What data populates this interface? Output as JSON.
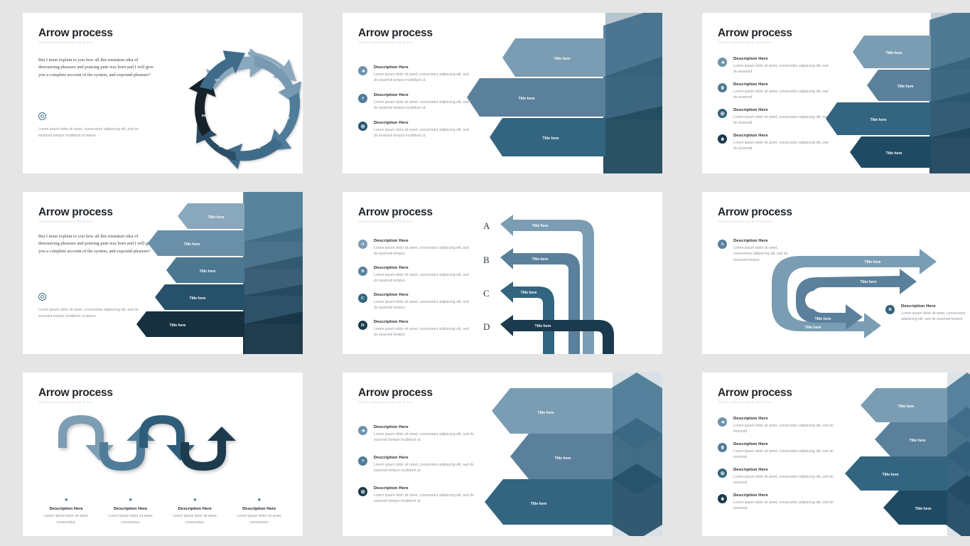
{
  "page": {
    "background": "#e5e5e5",
    "panel_background": "#ffffff"
  },
  "common": {
    "title": "Arrow process",
    "subtitle": "Please write your great title is here",
    "description_heading": "Description Here",
    "title_here": "Title here",
    "lead_paragraph": "But I must explain to you how all this mistaken idea of denouncing pleasure and praising pain was born and I will give you a complete account of the system, and expound pleasure?",
    "footer_text": "Lorem ipsum dolor sit amet, consectetur adipiscing elit, sed do eiusmod tempor incididunt ut labore.",
    "body_variant_a": "Lorem ipsum dolor sit amet, consectetur adipiscing elit, sed do eiusmod tempor incididunt ut.",
    "body_variant_b": "Lorem ipsum dolor sit amet, consectetur adipiscing elit, sed do eiusmod.",
    "body_variant_c": "Lorem ipsum dolor sit amet, consectetur adipiscing elit, sed do eiusmod tempor.",
    "body_variant_d": "Lorem ipsum dolor sit amet, consectetur adipiscing elit, sed do eiusmod tempor.",
    "body_variant_e": "Lorem ipsum dolor sit amet, consectetur."
  },
  "palette": {
    "lightest": "#8aa8bd",
    "light": "#6f93ac",
    "mid": "#4f7b99",
    "dark": "#33627f",
    "darker": "#27546e",
    "darkest": "#1b3a4d",
    "near_black": "#15212b",
    "accent_circle": "#3d6f91",
    "text_dark": "#22262b",
    "text_muted": "#8d949b",
    "subtitle_grey": "#cfd3d8"
  },
  "slides": [
    {
      "id": "slide-1-circular",
      "title": "Arrow process",
      "subtitle": "Please write your great title is here",
      "lead": "But I must explain to you how all this mistaken idea of denouncing pleasure and praising pain was born and I will give you a complete account of the system, and expound pleasure?",
      "footer_icon": "target-icon",
      "footer_text": "Lorem ipsum dolor sit amet, consectetur adipiscing elit, sed do eiusmod tempor incididunt ut labore.",
      "diagram": {
        "type": "circular-arrow-ring",
        "segments": [
          {
            "number": "01",
            "color": "#8aa8bd"
          },
          {
            "number": "02",
            "color": "#7799b1"
          },
          {
            "number": "03",
            "color": "#4f7b99"
          },
          {
            "number": "04",
            "color": "#3f6c8b"
          },
          {
            "number": "05",
            "color": "#2b4e65"
          },
          {
            "number": "06",
            "color": "#15212b"
          },
          {
            "number": "07",
            "color": "#3f6c8b"
          }
        ]
      }
    },
    {
      "id": "slide-2-funnel-3",
      "title": "Arrow process",
      "subtitle": "Please write your great title is here",
      "items": [
        {
          "icon": "gear-icon",
          "heading": "Description Here",
          "body": "Lorem ipsum dolor sit amet, consectetur adipiscing elit, sed do eiusmod tempor incididunt ut.",
          "color": "#6f93ac"
        },
        {
          "icon": "diamond-icon",
          "heading": "Description Here",
          "body": "Lorem ipsum dolor sit amet, consectetur adipiscing elit, sed do eiusmod tempor incididunt ut.",
          "color": "#4f7b99"
        },
        {
          "icon": "target-icon",
          "heading": "Description Here",
          "body": "Lorem ipsum dolor sit amet, consectetur adipiscing elit, sed do eiusmod tempor incididunt ut.",
          "color": "#27546e"
        }
      ],
      "diagram": {
        "type": "stacked-chevron-funnel",
        "bars": [
          {
            "label": "Title here",
            "color": "#7b9db3"
          },
          {
            "label": "Title here",
            "color": "#5a809c"
          },
          {
            "label": "Title here",
            "color": "#336580"
          }
        ]
      }
    },
    {
      "id": "slide-3-funnel-4",
      "title": "Arrow process",
      "subtitle": "Please write your great title is here",
      "items": [
        {
          "icon": "gear-icon",
          "heading": "Description Here",
          "body": "Lorem ipsum dolor sit amet, consectetur adipiscing elit, sed do eiusmod.",
          "color": "#6f93ac"
        },
        {
          "icon": "location-pin-icon",
          "heading": "Description Here",
          "body": "Lorem ipsum dolor sit amet, consectetur adipiscing elit, sed do eiusmod.",
          "color": "#4f7b99"
        },
        {
          "icon": "target-icon",
          "heading": "Description Here",
          "body": "Lorem ipsum dolor sit amet, consectetur adipiscing elit, sed do eiusmod.",
          "color": "#33627f"
        },
        {
          "icon": "bell-icon",
          "heading": "Description Here",
          "body": "Lorem ipsum dolor sit amet, consectetur adipiscing elit, sed do eiusmod.",
          "color": "#1b3a4d"
        }
      ],
      "diagram": {
        "type": "stacked-chevron-funnel",
        "bars": [
          {
            "label": "Title here",
            "color": "#7b9db3"
          },
          {
            "label": "Title here",
            "color": "#5a809c"
          },
          {
            "label": "Title here",
            "color": "#336580"
          },
          {
            "label": "Title here",
            "color": "#1f4a63"
          }
        ]
      }
    },
    {
      "id": "slide-4-funnel-5",
      "title": "Arrow process",
      "subtitle": "Please write your great title is here",
      "lead": "But I must explain to you how all this mistaken idea of denouncing pleasure and praising pain was born and I will give you a complete account of the system, and expound pleasure?",
      "footer_icon": "target-icon",
      "footer_text": "Lorem ipsum dolor sit amet, consectetur adipiscing elit, sed do eiusmod tempor incididunt ut labore.",
      "diagram": {
        "type": "stacked-chevron-funnel",
        "bars": [
          {
            "label": "Title here",
            "color": "#8aa8bd"
          },
          {
            "label": "Title here",
            "color": "#6a8fa9"
          },
          {
            "label": "Title here",
            "color": "#4b7791"
          },
          {
            "label": "Title here",
            "color": "#27506a"
          },
          {
            "label": "Title here",
            "color": "#16303f"
          }
        ]
      }
    },
    {
      "id": "slide-5-hook-arrows",
      "title": "Arrow process",
      "subtitle": "Please write your great title is here",
      "items": [
        {
          "letter": "A",
          "heading": "Description Here",
          "body": "Lorem ipsum dolor sit amet, consectetur adipiscing elit, sed do eiusmod tempor.",
          "color": "#7b9db3"
        },
        {
          "letter": "B",
          "heading": "Description Here",
          "body": "Lorem ipsum dolor sit amet, consectetur adipiscing elit, sed do eiusmod tempor.",
          "color": "#5a809c"
        },
        {
          "letter": "C",
          "heading": "Description Here",
          "body": "Lorem ipsum dolor sit amet, consectetur adipiscing elit, sed do eiusmod tempor.",
          "color": "#336580"
        },
        {
          "letter": "D",
          "heading": "Description Here",
          "body": "Lorem ipsum dolor sit amet, consectetur adipiscing elit, sed do eiusmod tempor.",
          "color": "#1b3a4d"
        }
      ],
      "diagram": {
        "type": "hooked-left-arrows",
        "rows": [
          {
            "letter": "A",
            "label": "Title here",
            "color": "#7b9db3"
          },
          {
            "letter": "B",
            "label": "Title here",
            "color": "#5a809c"
          },
          {
            "letter": "C",
            "label": "Title here",
            "color": "#336580"
          },
          {
            "letter": "D",
            "label": "Title here",
            "color": "#1b3a4d"
          }
        ]
      }
    },
    {
      "id": "slide-6-s-curve",
      "title": "Arrow process",
      "subtitle": "Please write your great title is here",
      "items": [
        {
          "letter": "A",
          "heading": "Description Here",
          "body": "Lorem ipsum dolor sit amet, consectetur adipiscing elit, sed do eiusmod tempor.",
          "color": "#5a809c"
        },
        {
          "letter": "B",
          "heading": "Description Here",
          "body": "Lorem ipsum dolor sit amet, consectetur adipiscing elit, sed do eiusmod tempor.",
          "color": "#33627f"
        }
      ],
      "diagram": {
        "type": "interlocked-u-arrows",
        "labels": [
          "Title here",
          "Title here",
          "Title here",
          "Title here"
        ],
        "colors": [
          "#7b9db3",
          "#5a809c"
        ]
      }
    },
    {
      "id": "slide-7-wave",
      "title": "Arrow process",
      "subtitle": "Please write your great title is here",
      "steps": [
        {
          "icon": "star-icon",
          "heading": "Description Here",
          "body": "Lorem ipsum dolor sit amet, consectetur."
        },
        {
          "icon": "star-icon",
          "heading": "Description Here",
          "body": "Lorem ipsum dolor sit amet, consectetur."
        },
        {
          "icon": "star-icon",
          "heading": "Description Here",
          "body": "Lorem ipsum dolor sit amet, consectetur."
        },
        {
          "icon": "star-icon",
          "heading": "Description Here",
          "body": "Lorem ipsum dolor sit amet, consectetur."
        }
      ],
      "diagram": {
        "type": "wave-arrows",
        "colors": [
          "#7b9db3",
          "#4f7b99",
          "#2e5d79",
          "#1b3a4d"
        ]
      }
    },
    {
      "id": "slide-8-hex-funnel-3",
      "title": "Arrow process",
      "subtitle": "Please write your great title is here",
      "items": [
        {
          "icon": "gear-icon",
          "heading": "Description Here",
          "body": "Lorem ipsum dolor sit amet, consectetur adipiscing elit, sed do eiusmod tempor incididunt ut.",
          "color": "#6f93ac"
        },
        {
          "icon": "diamond-icon",
          "heading": "Description Here",
          "body": "Lorem ipsum dolor sit amet, consectetur adipiscing elit, sed do eiusmod tempor incididunt ut.",
          "color": "#4f7b99"
        },
        {
          "icon": "target-icon",
          "heading": "Description Here",
          "body": "Lorem ipsum dolor sit amet, consectetur adipiscing elit, sed do eiusmod tempor incididunt ut.",
          "color": "#1b3a4d"
        }
      ],
      "diagram": {
        "type": "hex-chevron-funnel",
        "bars": [
          {
            "label": "Title here",
            "color": "#7b9db3"
          },
          {
            "label": "Title here",
            "color": "#5a809c"
          },
          {
            "label": "Title here",
            "color": "#336580"
          }
        ]
      }
    },
    {
      "id": "slide-9-hex-funnel-4",
      "title": "Arrow process",
      "subtitle": "Please write your great title is here",
      "items": [
        {
          "icon": "gear-icon",
          "heading": "Description Here",
          "body": "Lorem ipsum dolor sit amet, consectetur adipiscing elit, sed do eiusmod",
          "color": "#6f93ac"
        },
        {
          "icon": "location-pin-icon",
          "heading": "Description Here",
          "body": "Lorem ipsum dolor sit amet, consectetur adipiscing elit, sed do eiusmod",
          "color": "#4f7b99"
        },
        {
          "icon": "target-icon",
          "heading": "Description Here",
          "body": "Lorem ipsum dolor sit amet, consectetur adipiscing elit, sed do eiusmod",
          "color": "#33627f"
        },
        {
          "icon": "bell-icon",
          "heading": "Description Here",
          "body": "Lorem ipsum dolor sit amet, consectetur adipiscing elit, sed do eiusmod",
          "color": "#1b3a4d"
        }
      ],
      "diagram": {
        "type": "hex-chevron-funnel",
        "bars": [
          {
            "label": "Title here",
            "color": "#7b9db3"
          },
          {
            "label": "Title here",
            "color": "#5a809c"
          },
          {
            "label": "Title here",
            "color": "#336580"
          },
          {
            "label": "Title here",
            "color": "#1f4a63"
          }
        ]
      }
    }
  ]
}
